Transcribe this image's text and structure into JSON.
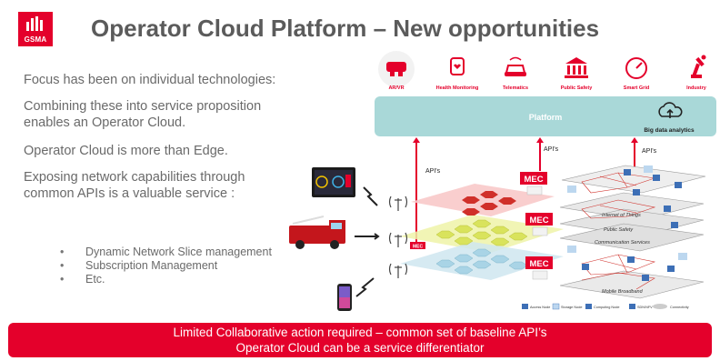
{
  "logo": {
    "text": "GSMA",
    "color": "#e4002b"
  },
  "title": "Operator Cloud Platform – New opportunities",
  "bullets": [
    "Focus has been on individual technologies:",
    "Combining these into service proposition enables an Operator Cloud.",
    "Operator Cloud is more than Edge.",
    "Exposing network capabilities through common APIs is a valuable service :"
  ],
  "sub_bullets": [
    "Dynamic Network Slice management",
    "Subscription Management",
    "Etc."
  ],
  "diagram": {
    "verticals": [
      "AR/VR",
      "Health Monitoring",
      "Telematics",
      "Public Safety",
      "Smart Grid",
      "Industry"
    ],
    "platform_label": "Platform",
    "analytics_label": "Big data analytics",
    "api_labels": [
      "API's",
      "API's",
      "API's"
    ],
    "mec_labels": [
      "MEC",
      "MEC",
      "MEC",
      "MEC"
    ],
    "slice_labels": [
      "Internet of Things",
      "Public Safety",
      "Communication Services",
      "Mobile Broadband"
    ],
    "legend": [
      "Access Node",
      "Storage Node",
      "Computing Node",
      "SDN/NFV",
      "Connectivity"
    ],
    "accent_color": "#e4002b",
    "platform_color": "#a9d8d8"
  },
  "footer": {
    "line1": "Limited Collaborative action required – common set of baseline API’s",
    "line2": "Operator Cloud can be a service differentiator",
    "color": "#e4002b"
  }
}
